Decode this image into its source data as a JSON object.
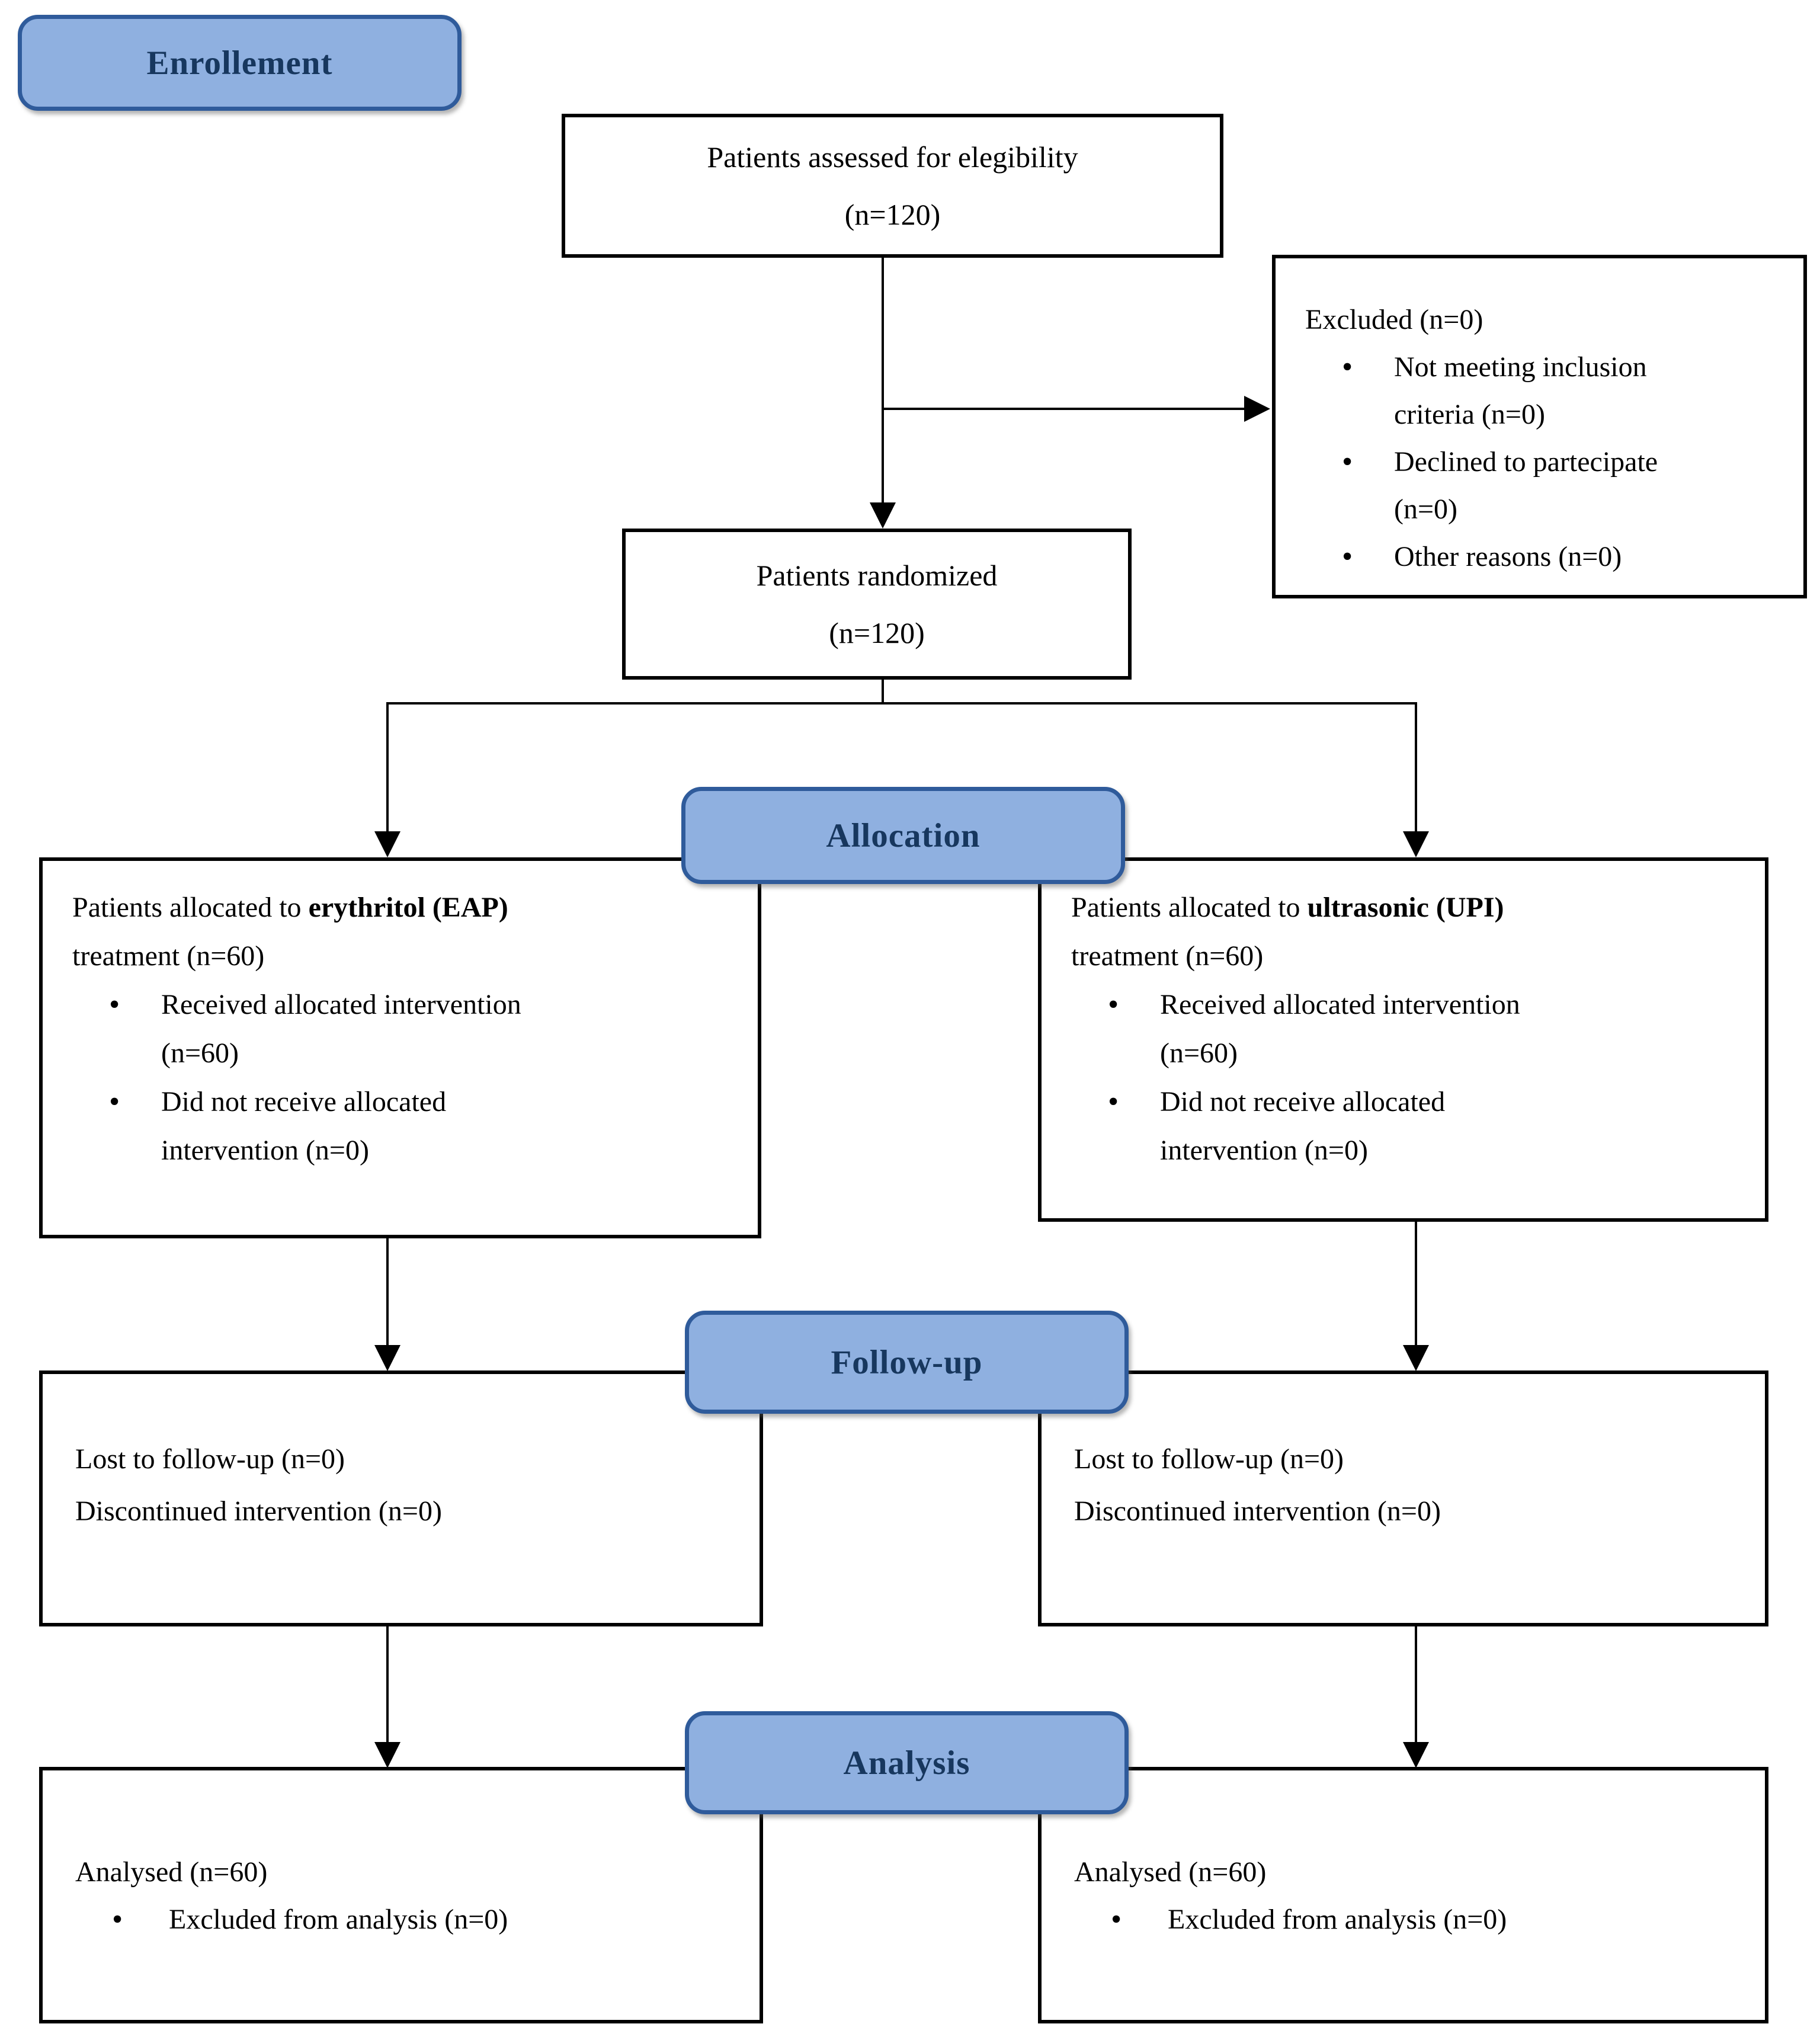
{
  "theme": {
    "badge_fill": "#8FB0E0",
    "badge_border": "#2F5B9B",
    "badge_text": "#17375E",
    "box_border": "#000000",
    "line_color": "#000000",
    "text_color": "#000000",
    "bg": "#FFFFFF"
  },
  "stages": {
    "enrollment": "Enrollement",
    "allocation": "Allocation",
    "follow_up": "Follow-up",
    "analysis": "Analysis"
  },
  "boxes": {
    "eligibility": {
      "line1": "Patients assessed for elegibility",
      "line2": "(n=120)"
    },
    "excluded": {
      "title": "Excluded (n=0)",
      "bullets": [
        [
          "Not meeting inclusion",
          "criteria (n=0)"
        ],
        [
          "Declined to partecipate",
          "(n=0)"
        ],
        [
          "Other reasons (n=0)"
        ]
      ]
    },
    "randomized": {
      "line1": "Patients randomized",
      "line2": "(n=120)"
    },
    "alloc_left": {
      "intro_prefix": "Patients allocated to ",
      "intro_bold": "erythritol (EAP)",
      "intro_line2": "treatment (n=60)",
      "bullets": [
        [
          "Received allocated intervention",
          "(n=60)"
        ],
        [
          "Did not receive allocated",
          "intervention (n=0)"
        ]
      ]
    },
    "alloc_right": {
      "intro_prefix": "Patients allocated to ",
      "intro_bold": "ultrasonic (UPI)",
      "intro_line2": "treatment (n=60)",
      "bullets": [
        [
          "Received allocated intervention",
          "(n=60)"
        ],
        [
          "Did not receive allocated",
          "intervention (n=0)"
        ]
      ]
    },
    "followup_left": {
      "line1": "Lost to follow-up (n=0)",
      "line2": "Discontinued intervention (n=0)"
    },
    "followup_right": {
      "line1": "Lost to follow-up (n=0)",
      "line2": "Discontinued intervention (n=0)"
    },
    "analysis_left": {
      "title": "Analysed (n=60)",
      "bullets": [
        [
          "Excluded from analysis (n=0)"
        ]
      ]
    },
    "analysis_right": {
      "title": "Analysed (n=60)",
      "bullets": [
        [
          "Excluded from analysis (n=0)"
        ]
      ]
    }
  }
}
